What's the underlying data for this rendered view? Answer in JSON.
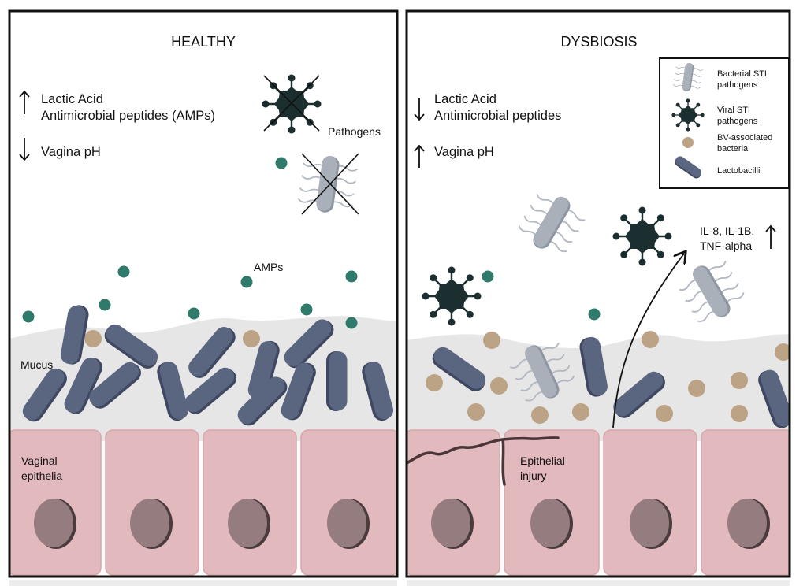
{
  "healthy": {
    "title": "HEALTHY",
    "up_line1": "Lactic Acid",
    "up_line2": "Antimicrobial peptides (AMPs)",
    "down_label": "Vagina pH",
    "pathogens_label": "Pathogens",
    "amps_label": "AMPs",
    "mucus_label": "Mucus",
    "epithelia_line1": "Vaginal",
    "epithelia_line2": "epithelia"
  },
  "dysbiosis": {
    "title": "DYSBIOSIS",
    "down_line1": "Lactic Acid",
    "down_line2": "Antimicrobial peptides",
    "up_label": "Vagina pH",
    "cytokines_line1": "IL-8, IL-1B,",
    "cytokines_line2": "TNF-alpha",
    "injury_line1": "Epithelial",
    "injury_line2": "injury"
  },
  "legend": {
    "items": [
      {
        "icon": "bacterial-sti-icon",
        "line1": "Bacterial STI",
        "line2": "pathogens"
      },
      {
        "icon": "viral-sti-icon",
        "line1": "Viral STI",
        "line2": "pathogens"
      },
      {
        "icon": "bv-bacteria-icon",
        "line1": "BV-associated",
        "line2": "bacteria"
      },
      {
        "icon": "lactobacilli-icon",
        "line1": "Lactobacilli",
        "line2": ""
      }
    ]
  },
  "colors": {
    "epithelium": "#e2b9bc",
    "nucleus": "#957c7f",
    "mucus": "#e6e6e6",
    "lactobacillus": "#5a6580",
    "bv_bacteria": "#bda386",
    "amp": "#2f7a6b",
    "virus": "#1b2e30",
    "bacterial_sti": "#aab0b9"
  }
}
